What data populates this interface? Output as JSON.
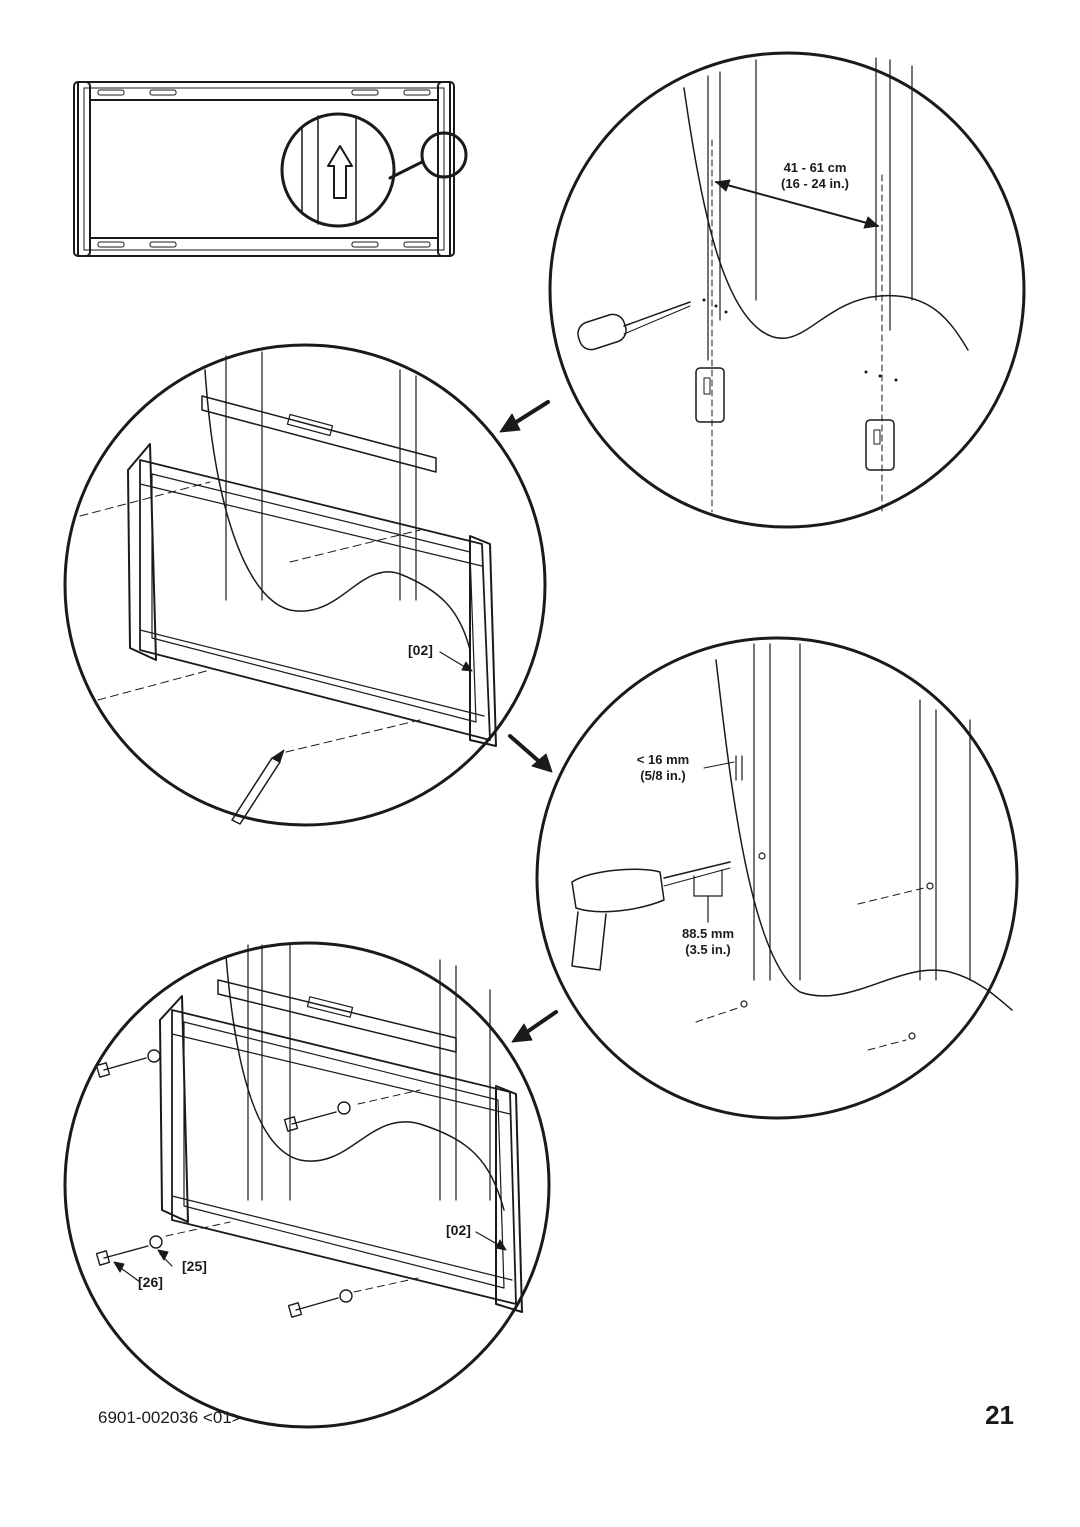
{
  "annotations": {
    "stud_spacing_metric": "41 - 61 cm",
    "stud_spacing_imperial": "(16 - 24 in.)",
    "drywall_metric": "< 16 mm",
    "drywall_imperial": "(5/8 in.)",
    "drill_depth_metric": "88.5 mm",
    "drill_depth_imperial": "(3.5 in.)"
  },
  "part_labels": {
    "bracket_step2": "[02]",
    "bracket_step4": "[02]",
    "washer": "[25]",
    "lag_bolt": "[26]"
  },
  "footer": {
    "doc_number": "6901-002036 <01>",
    "page_number": "21"
  }
}
